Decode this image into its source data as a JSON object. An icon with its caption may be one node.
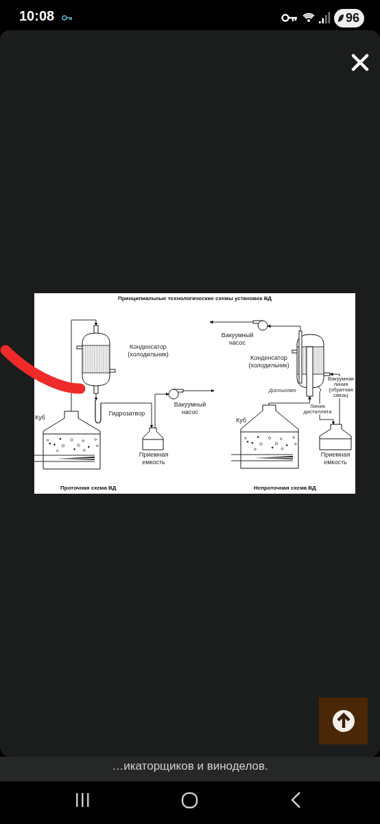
{
  "diagram": {
    "title": "Принципиальные технологические схемы установок ВД",
    "nodes": [
      {
        "text": [
          "Куб"
        ]
      },
      {
        "text": [
          "Конденсатор (холодильник)"
        ]
      },
      {
        "text": [
          "Гидрозатвор"
        ]
      },
      {
        "text": [
          "Приемная емкость"
        ]
      },
      {
        "text": [
          "Вакуумный насос"
        ]
      },
      {
        "text": [
          "Вакуумный насос"
        ]
      },
      {
        "text": [
          "Конденсатор (холодильник)"
        ]
      },
      {
        "text": [
          "Куб"
        ]
      },
      {
        "text": [
          "Приемная емкость"
        ]
      }
    ],
    "edges": [
      {
        "from": 0,
        "to": 1,
        "arrow": "to"
      },
      {
        "from": 1,
        "to": 2,
        "arrow": "to"
      },
      {
        "from": 2,
        "to": 3,
        "arrow": "to"
      },
      {
        "from": 3,
        "to": 4,
        "arrow": "to"
      },
      {
        "from": 4,
        "to": null,
        "arrow": "to"
      },
      {
        "from": 7,
        "to": 6,
        "arrow": "to"
      },
      {
        "from": 6,
        "to": 5,
        "arrow": "to"
      },
      {
        "from": 5,
        "to": null,
        "arrow": "to"
      },
      {
        "from": 6,
        "to": 8,
        "arrow": "to",
        "label": "Линия дистиллята"
      },
      {
        "from": 8,
        "to": 6,
        "arrow": "to",
        "label": "Вакуумная линия (обратная связь)"
      }
    ],
    "labels": [
      "10:08",
      "96",
      "Проточная схема ВД",
      "Непроточная схема ВД",
      "Дистиллят",
      "…икаторщиков и виноделов."
    ]
  }
}
